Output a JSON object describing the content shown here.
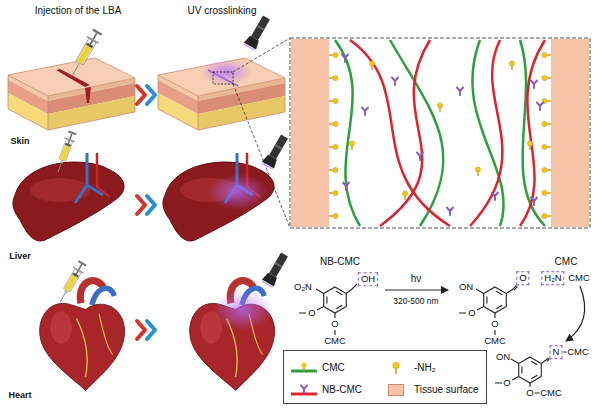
{
  "diagram": {
    "labels": [
      "Injection of the LBA",
      "UV crosslinking",
      "Skin",
      "Liver",
      "Heart",
      "NB-CMC",
      "O₂N",
      "OH",
      "O",
      "O",
      "CMC",
      "hν",
      "320-500 nm",
      "ON",
      "O",
      "O",
      "O",
      "CMC",
      "CMC",
      "H₂N",
      "CMC",
      "ON",
      "N",
      "CMC",
      "O",
      "O",
      "CMC"
    ],
    "legend": [
      {
        "text": "CMC"
      },
      {
        "text": "-NH₂"
      },
      {
        "text": "NB-CMC"
      },
      {
        "text": "Tissue surface",
        "color": "#f6c4a8"
      }
    ]
  }
}
